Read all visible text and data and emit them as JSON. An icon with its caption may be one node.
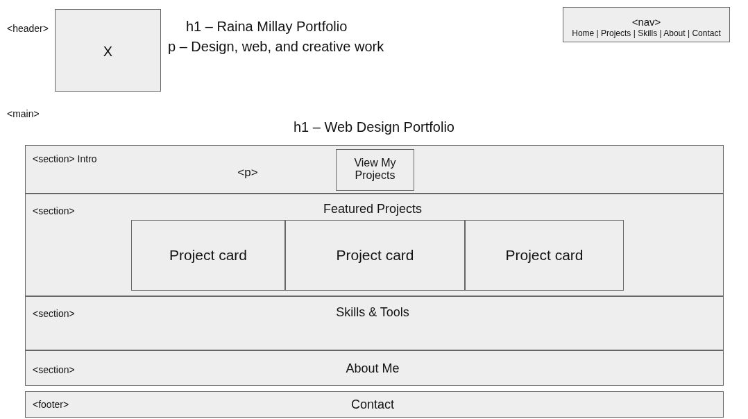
{
  "diagram": {
    "nodes": [
      {
        "text": [
          "X"
        ]
      },
      {
        "text": [
          "<nav>",
          "Home | Projects | Skills | About | Contact"
        ]
      },
      {
        "text": [
          "<section> Intro",
          "<p>"
        ]
      },
      {
        "text": [
          "View My Projects"
        ],
        "in": 2
      },
      {
        "text": [
          "<section>",
          "Featured Projects"
        ]
      },
      {
        "text": [
          "Project card"
        ],
        "in": 4
      },
      {
        "text": [
          "Project card"
        ],
        "in": 4
      },
      {
        "text": [
          "Project card"
        ],
        "in": 4
      },
      {
        "text": [
          "<section>",
          "Skills & Tools"
        ]
      },
      {
        "text": [
          "<section>",
          "About Me"
        ]
      },
      {
        "text": [
          "<footer>",
          "Contact"
        ]
      }
    ],
    "edges": [],
    "labels": [
      "<header>",
      "h1 – Raina Millay Portfolio",
      "p – Design, web, and creative work",
      "<main>",
      "h1 – Web Design Portfolio"
    ]
  }
}
